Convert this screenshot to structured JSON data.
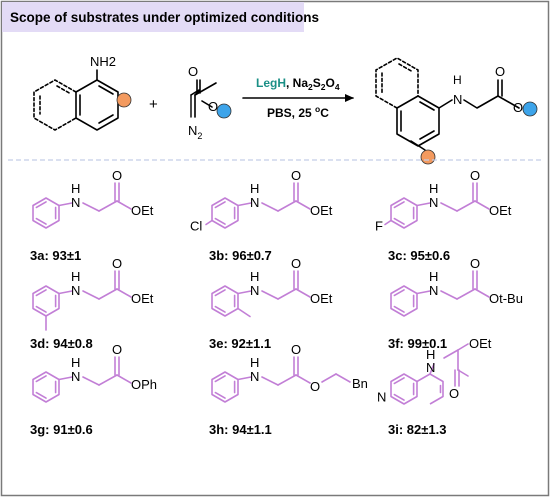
{
  "title": "Scope of substrates under optimized conditions",
  "scheme": {
    "nh2": "NH2",
    "plus": "+",
    "n2": "N",
    "n2_sub": "2",
    "carbonyl_o": "O",
    "ester_o": "O",
    "product_nh": "H",
    "product_n": "N",
    "product_co": "O",
    "product_o": "O",
    "cond_enzyme": "LegH",
    "cond_sep": ", Na",
    "cond_s_sub1": "2",
    "cond_s": "S",
    "cond_s_sub2": "2",
    "cond_o": "O",
    "cond_o_sub": "4",
    "cond_line2_a": "PBS, 25 ",
    "cond_deg": "o",
    "cond_line2_b": "C"
  },
  "atoms": {
    "H": "H",
    "N": "N",
    "O": "O",
    "Cl": "Cl",
    "F": "F"
  },
  "compounds": [
    {
      "label": "3a: 93±1",
      "ester": "OEt"
    },
    {
      "label": "3b: 96±0.7",
      "ester": "OEt"
    },
    {
      "label": "3c: 95±0.6",
      "ester": "OEt"
    },
    {
      "label": "3d: 94±0.8",
      "ester": "OEt"
    },
    {
      "label": "3e: 92±1.1",
      "ester": "OEt"
    },
    {
      "label": "3f: 99±0.1",
      "ester": "Ot-Bu"
    },
    {
      "label": "3g: 91±0.6",
      "ester": "OPh"
    },
    {
      "label": "3h: 94±1.1",
      "ester": "Bn"
    },
    {
      "label": "3i: 82±1.3",
      "ester": "OEt"
    }
  ],
  "colors": {
    "title_bg": "#e3dbf6",
    "purple": "#c27fd6",
    "teal": "#1a8f86",
    "orange_dot": "#f39a5f",
    "blue_dot": "#3da4ea",
    "border": "#7a7a7a",
    "divider": "#c4cde8"
  }
}
